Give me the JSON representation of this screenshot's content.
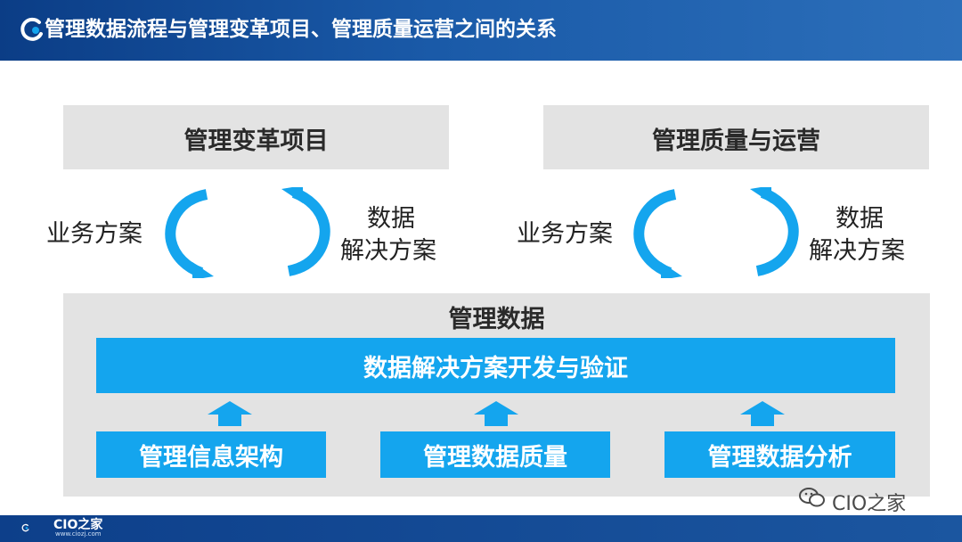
{
  "header": {
    "title": "管理数据流程与管理变革项目、管理质量运营之间的关系"
  },
  "left_group": {
    "title": "管理变革项目",
    "left_label": "业务方案",
    "right_label_1": "数据",
    "right_label_2": "解决方案"
  },
  "right_group": {
    "title": "管理质量与运营",
    "left_label": "业务方案",
    "right_label_1": "数据",
    "right_label_2": "解决方案"
  },
  "bottom_group": {
    "title": "管理数据",
    "bar_label": "数据解决方案开发与验证",
    "boxes": [
      "管理信息架构",
      "管理数据质量",
      "管理数据分析"
    ]
  },
  "watermark": "CIO之家",
  "footer": {
    "logo_text": "CIO之家",
    "url": "www.ciozj.com"
  },
  "colors": {
    "accent": "#14a5ee",
    "header": "#0b3d86",
    "gray": "#e3e3e3"
  },
  "icons": [
    "logo-icon",
    "cycle-arrow-icon",
    "up-arrow-icon",
    "wechat-icon"
  ]
}
